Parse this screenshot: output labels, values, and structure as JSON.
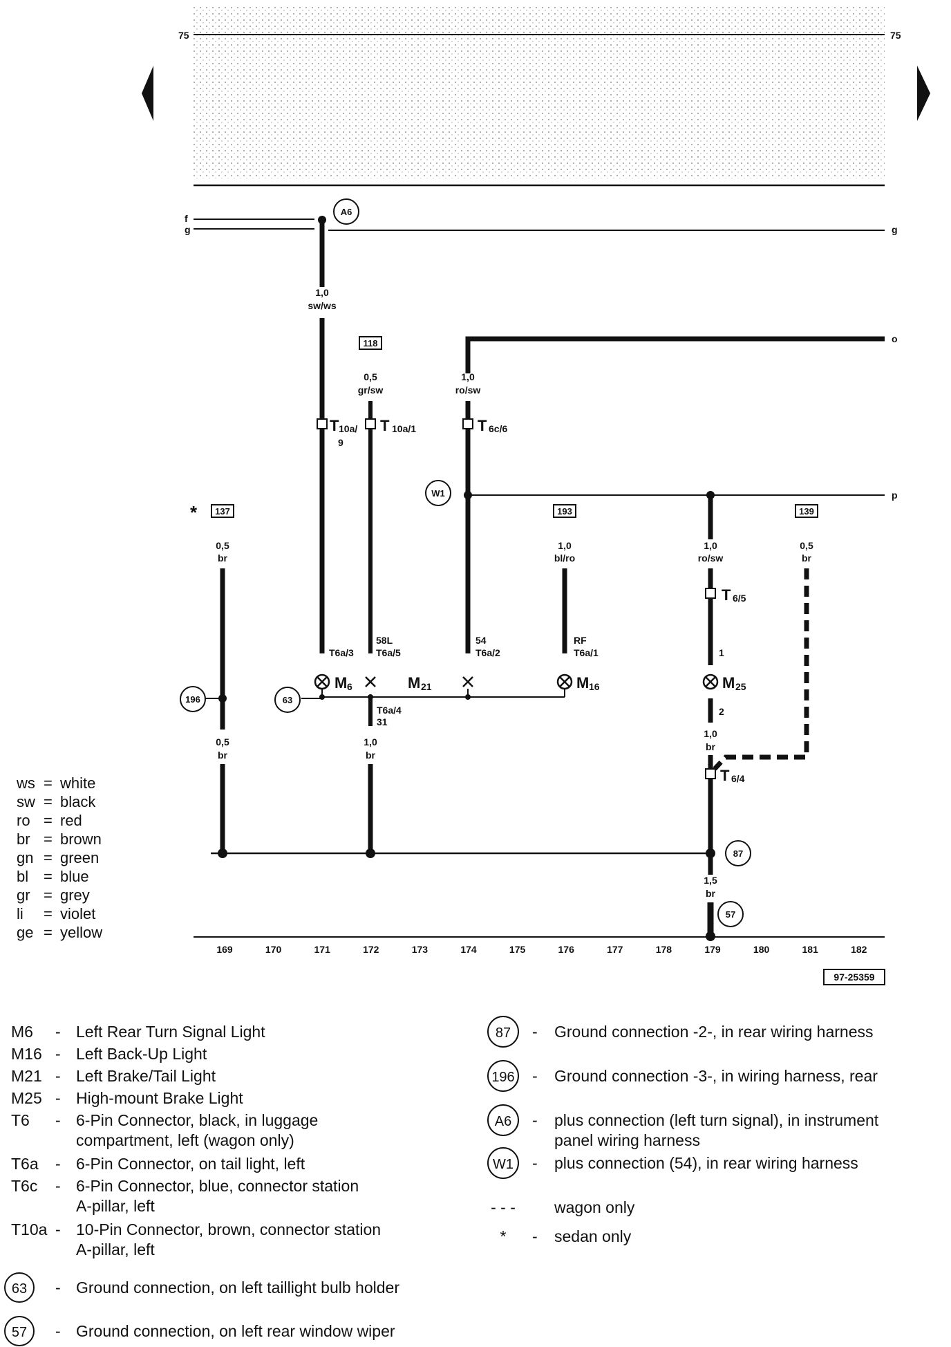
{
  "diagram_id": "97-25359",
  "edge_numbers": {
    "top_left": "75",
    "top_right": "75"
  },
  "rails": {
    "f": "f",
    "g_left": "g",
    "g_right": "g",
    "o": "o",
    "p": "p"
  },
  "column_numbers": [
    "169",
    "170",
    "171",
    "172",
    "173",
    "174",
    "175",
    "176",
    "177",
    "178",
    "179",
    "180",
    "181",
    "182"
  ],
  "circle_tags": {
    "A6": "A6",
    "W1": "W1",
    "c196": "196",
    "c63": "63",
    "c87": "87",
    "c57": "57"
  },
  "box_tags": {
    "b118": "118",
    "b137": "137",
    "b193": "193",
    "b139": "139"
  },
  "sedan_mark": "*",
  "wires": {
    "w171": {
      "size": "1,0",
      "color": "sw/ws"
    },
    "w172": {
      "size": "0,5",
      "color": "gr/sw"
    },
    "w174": {
      "size": "1,0",
      "color": "ro/sw"
    },
    "w169a": {
      "size": "0,5",
      "color": "br"
    },
    "w176": {
      "size": "1,0",
      "color": "bl/ro"
    },
    "w179a": {
      "size": "1,0",
      "color": "ro/sw"
    },
    "w181": {
      "size": "0,5",
      "color": "br"
    },
    "w169b": {
      "size": "0,5",
      "color": "br"
    },
    "w172b": {
      "size": "1,0",
      "color": "br"
    },
    "w179b": {
      "size": "1,0",
      "color": "br"
    },
    "w179c": {
      "size": "1,5",
      "color": "br"
    }
  },
  "connectors": {
    "t10a9_main": "T",
    "t10a9_sub": "10a/",
    "t10a9_line2": "9",
    "t10a1_main": "T",
    "t10a1_sub": "10a/1",
    "t6c6_main": "T",
    "t6c6_sub": "6c/6",
    "t65_main": "T",
    "t65_sub": "6/5",
    "t64_main": "T",
    "t64_sub": "6/4",
    "t6a3": "T6a/3",
    "t6a5_top": "58L",
    "t6a5": "T6a/5",
    "t6a2_top": "54",
    "t6a2": "T6a/2",
    "t6a1_top": "RF",
    "t6a1": "T6a/1",
    "t6a4": "T6a/4",
    "t6a4_b": "31",
    "pin1": "1",
    "pin2": "2"
  },
  "components": {
    "m6_main": "M",
    "m6_sub": "6",
    "m21_main": "M",
    "m21_sub": "21",
    "m16_main": "M",
    "m16_sub": "16",
    "m25_main": "M",
    "m25_sub": "25"
  },
  "color_key": [
    {
      "code": "ws",
      "eq": "=",
      "name": "white"
    },
    {
      "code": "sw",
      "eq": "=",
      "name": "black"
    },
    {
      "code": "ro",
      "eq": "=",
      "name": "red"
    },
    {
      "code": "br",
      "eq": "=",
      "name": "brown"
    },
    {
      "code": "gn",
      "eq": "=",
      "name": "green"
    },
    {
      "code": "bl",
      "eq": "=",
      "name": "blue"
    },
    {
      "code": "gr",
      "eq": "=",
      "name": "grey"
    },
    {
      "code": "li",
      "eq": "=",
      "name": "violet"
    },
    {
      "code": "ge",
      "eq": "=",
      "name": "yellow"
    }
  ],
  "legend_left": [
    {
      "code": "M6",
      "dash": "-",
      "text": "Left Rear Turn Signal Light"
    },
    {
      "code": "M16",
      "dash": "-",
      "text": "Left Back-Up Light"
    },
    {
      "code": "M21",
      "dash": "-",
      "text": "Left Brake/Tail Light"
    },
    {
      "code": "M25",
      "dash": "-",
      "text": "High-mount Brake Light"
    },
    {
      "code": "T6",
      "dash": "-",
      "text": "6-Pin Connector, black, in luggage",
      "text2": "compartment, left (wagon only)"
    },
    {
      "code": "T6a",
      "dash": "-",
      "text": "6-Pin Connector, on tail light, left"
    },
    {
      "code": "T6c",
      "dash": "-",
      "text": "6-Pin Connector, blue, connector station",
      "text2": "A-pillar, left"
    },
    {
      "code": "T10a",
      "dash": "-",
      "text": "10-Pin Connector, brown, connector station",
      "text2": "A-pillar, left"
    }
  ],
  "legend_ground_left": [
    {
      "tag": "63",
      "dash": "-",
      "text": "Ground connection, on left taillight bulb holder"
    },
    {
      "tag": "57",
      "dash": "-",
      "text": "Ground connection, on left rear window wiper"
    }
  ],
  "legend_right": [
    {
      "tag": "87",
      "dash": "-",
      "text": "Ground connection -2-, in rear wiring harness"
    },
    {
      "tag": "196",
      "dash": "-",
      "text": "Ground connection -3-, in wiring harness, rear"
    },
    {
      "tag": "A6",
      "dash": "-",
      "text": "plus connection (left turn signal), in instrument",
      "text2": "panel wiring harness"
    },
    {
      "tag": "W1",
      "dash": "-",
      "text": "plus connection (54), in rear wiring harness"
    }
  ],
  "legend_marks": [
    {
      "symbol": "- - -",
      "text": "wagon only"
    },
    {
      "symbol": "*",
      "dash": "-",
      "text": "sedan only"
    }
  ],
  "nav": {
    "prev": "previous-page",
    "next": "next-page"
  }
}
